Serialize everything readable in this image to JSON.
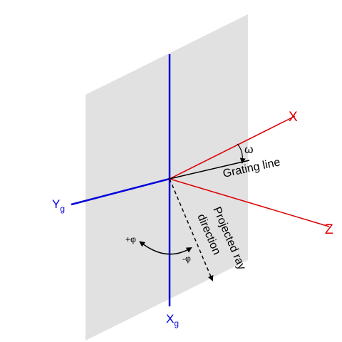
{
  "colors": {
    "plane": "#e1e1e1",
    "grating_axes": "#0000dd",
    "ray_axes": "#dd0000",
    "line": "#000000"
  },
  "labels": {
    "x_axis": "X",
    "z_axis": "Z",
    "omega": "ω",
    "grating_line": "Grating line",
    "y_grating_base": "Y",
    "y_grating_sub": "g",
    "x_grating_base": "X",
    "x_grating_sub": "g",
    "plus_phi": "+φ",
    "minus_phi": "-φ",
    "projected_ray_line1": "Projected ray",
    "projected_ray_line2": "direction"
  }
}
